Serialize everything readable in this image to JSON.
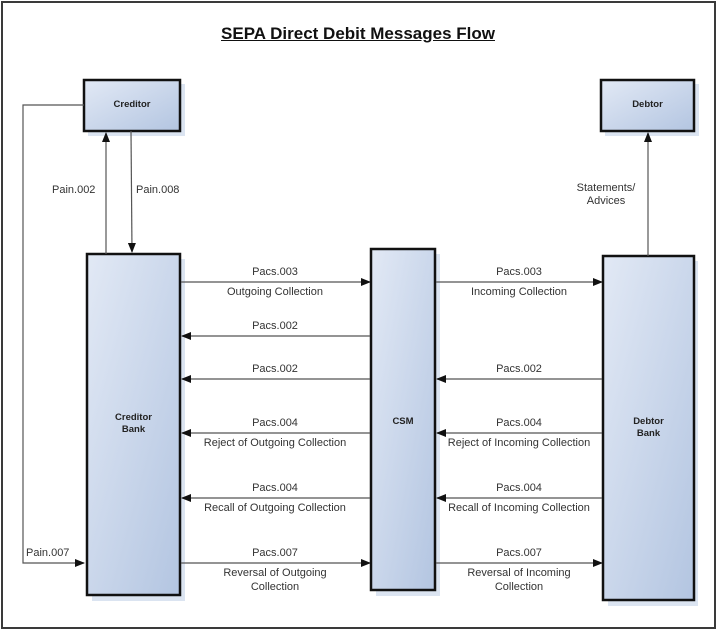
{
  "title": "SEPA Direct Debit Messages Flow",
  "colors": {
    "box_fill_start": "#e2e9f5",
    "box_fill_end": "#b3c5e1",
    "box_border": "#111111",
    "box_shadow": "#dbe4f1",
    "arrow": "#555555"
  },
  "nodes": {
    "creditor": "Creditor",
    "debtor": "Debtor",
    "creditor_bank": [
      "Creditor",
      "Bank"
    ],
    "csm": "CSM",
    "debtor_bank": [
      "Debtor",
      "Bank"
    ]
  },
  "flows": {
    "pain002": "Pain.002",
    "pain008": "Pain.008",
    "pain007": "Pain.007",
    "statements": [
      "Statements/",
      "Advices"
    ],
    "left": [
      {
        "code": "Pacs.003",
        "desc": [
          "Outgoing Collection"
        ],
        "dir": "right"
      },
      {
        "code": "Pacs.002",
        "desc": [],
        "dir": "left"
      },
      {
        "code": "Pacs.002",
        "desc": [],
        "dir": "left"
      },
      {
        "code": "Pacs.004",
        "desc": [
          "Reject of Outgoing Collection"
        ],
        "dir": "left"
      },
      {
        "code": "Pacs.004",
        "desc": [
          "Recall of Outgoing Collection"
        ],
        "dir": "left"
      },
      {
        "code": "Pacs.007",
        "desc": [
          "Reversal of Outgoing",
          "Collection"
        ],
        "dir": "right"
      }
    ],
    "right": [
      {
        "code": "Pacs.003",
        "desc": [
          "Incoming Collection"
        ],
        "dir": "right"
      },
      {
        "code": "Pacs.002",
        "desc": [],
        "dir": "left"
      },
      {
        "code": "Pacs.004",
        "desc": [
          "Reject of Incoming Collection"
        ],
        "dir": "left"
      },
      {
        "code": "Pacs.004",
        "desc": [
          "Recall of Incoming Collection"
        ],
        "dir": "left"
      },
      {
        "code": "Pacs.007",
        "desc": [
          "Reversal of Incoming",
          "Collection"
        ],
        "dir": "right"
      }
    ]
  }
}
